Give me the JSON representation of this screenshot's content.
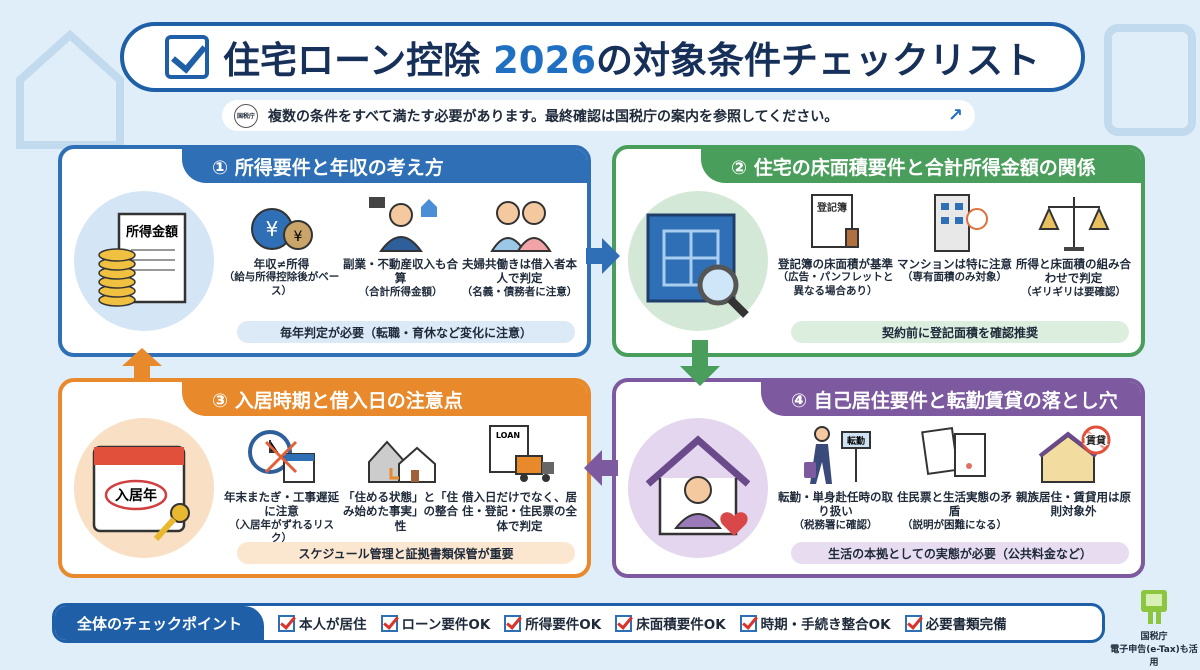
{
  "header": {
    "title_main": "住宅ローン控除",
    "title_year": "2026",
    "title_rest": "の対象条件チェックリスト"
  },
  "subtitle": {
    "logo_text": "国税庁",
    "text": "複数の条件をすべて満たす必要があります。最終確認は国税庁の案内を参照してください。",
    "link_icon": "external-link-icon"
  },
  "colors": {
    "blue": "#2f6fb5",
    "green": "#4a9e5c",
    "orange": "#e8892b",
    "purple": "#7d5aa0",
    "navy": "#1f5fa8"
  },
  "panels": [
    {
      "heading": "① 所得要件と年収の考え方",
      "illustration_label": "所得金額",
      "note": "毎年判定が必要（転職・育休など変化に注意）",
      "items": [
        {
          "icon": "money-bag-icon",
          "title": "年収≠所得",
          "sub": "（給与所得控除後がベース）"
        },
        {
          "icon": "businessman-icon",
          "title": "副業・不動産収入も合算",
          "sub": "（合計所得金額）"
        },
        {
          "icon": "couple-icon",
          "title": "夫婦共働きは借入者本人で判定",
          "sub": "（名義・債務者に注意）"
        }
      ]
    },
    {
      "heading": "② 住宅の床面積要件と合計所得金額の関係",
      "illustration_label": "",
      "note": "契約前に登記面積を確認推奨",
      "items": [
        {
          "icon": "registry-document-icon",
          "label": "登記簿",
          "title": "登記簿の床面積が基準",
          "sub": "（広告・パンフレットと異なる場合あり）"
        },
        {
          "icon": "apartment-building-icon",
          "title": "マンションは特に注意",
          "sub": "（専有面積のみ対象）"
        },
        {
          "icon": "balance-scale-icon",
          "title": "所得と床面積の組み合わせで判定",
          "sub": "（ギリギリは要確認）"
        }
      ]
    },
    {
      "heading": "③ 入居時期と借入日の注意点",
      "illustration_label": "入居年",
      "note": "スケジュール管理と証拠書類保管が重要",
      "items": [
        {
          "icon": "clock-calendar-icon",
          "title": "年末またぎ・工事遅延に注意",
          "sub": "（入居年がずれるリスク）"
        },
        {
          "icon": "house-construction-icon",
          "title": "「住める状態」と「住み始めた事実」の整合性",
          "sub": ""
        },
        {
          "icon": "loan-truck-icon",
          "label": "LOAN",
          "title": "借入日だけでなく、居住・登記・住民票の全体で判定",
          "sub": ""
        }
      ]
    },
    {
      "heading": "④ 自己居住要件と転勤賃貸の落とし穴",
      "illustration_label": "",
      "note": "生活の本拠としての実態が必要（公共料金など）",
      "items": [
        {
          "icon": "transfer-traveler-icon",
          "label": "転勤",
          "title": "転勤・単身赴任時の取り扱い",
          "sub": "（税務署に確認）"
        },
        {
          "icon": "documents-icon",
          "title": "住民票と生活実態の矛盾",
          "sub": "（説明が困難になる）"
        },
        {
          "icon": "no-rental-house-icon",
          "label": "賃貸",
          "title": "親族居住・賃貸用は原則対象外",
          "sub": ""
        }
      ]
    }
  ],
  "checkpoints": {
    "label": "全体のチェックポイント",
    "items": [
      "本人が居住",
      "ローン要件OK",
      "所得要件OK",
      "床面積要件OK",
      "時期・手続き整合OK",
      "必要書類完備"
    ]
  },
  "mascot": {
    "org": "国税庁",
    "caption": "電子申告(e-Tax)も活用"
  }
}
